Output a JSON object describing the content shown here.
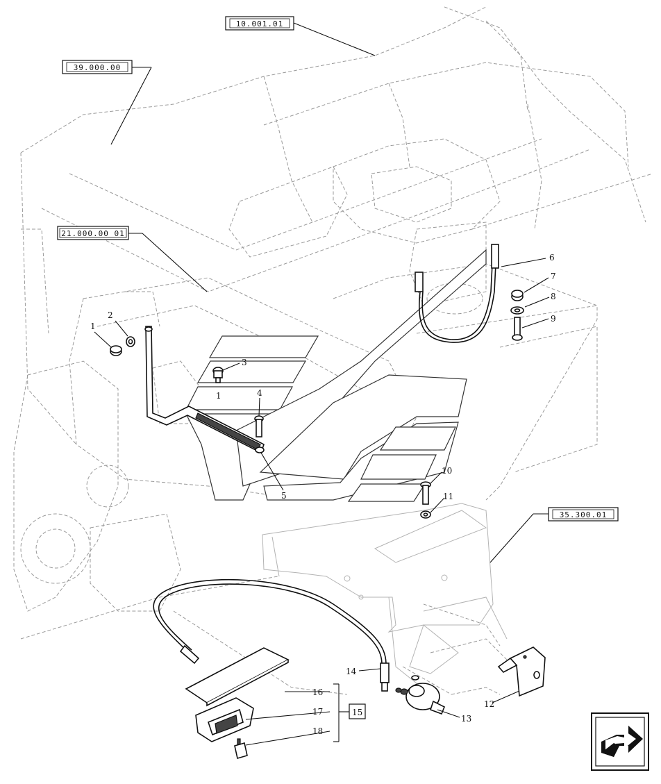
{
  "references": {
    "engine": "10.001.01",
    "cooling": "39.000.00",
    "transmission": "21.000.00 01",
    "battery_support": "35.300.01"
  },
  "callouts": {
    "c1": "1",
    "c2": "2",
    "c3": "3",
    "c4": "4",
    "c5": "5",
    "c6": "6",
    "c7": "7",
    "c8": "8",
    "c9": "9",
    "c10": "10",
    "c11": "11",
    "c12": "12",
    "c13": "13",
    "c14": "14",
    "c15": "15",
    "c16": "16",
    "c17": "17",
    "c18": "18",
    "c1b": "1"
  },
  "navigation": {
    "next_icon": "arrow-right-icon"
  }
}
